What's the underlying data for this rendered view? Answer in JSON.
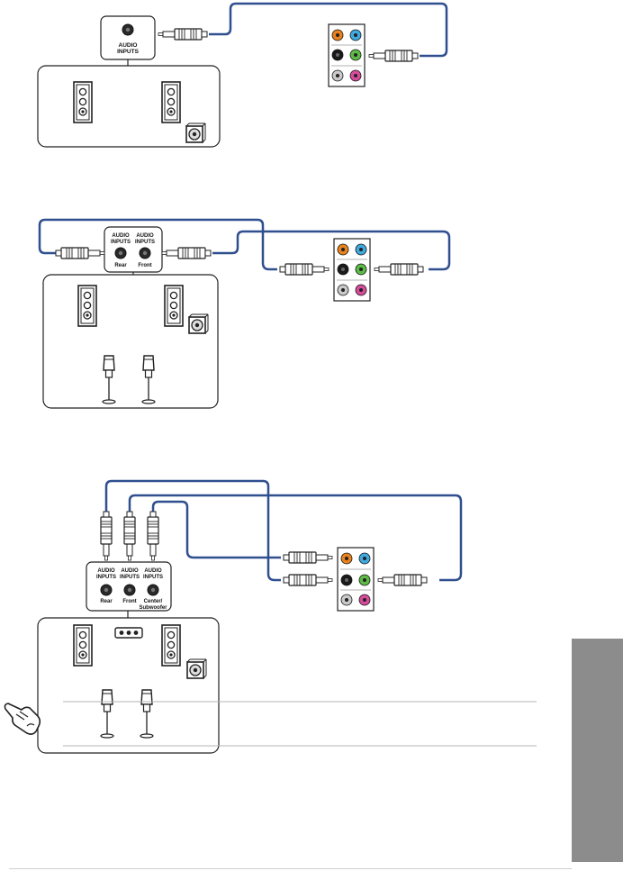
{
  "diagrams": [
    {
      "inputs": [
        {
          "line1": "AUDIO",
          "line2": "INPUTS",
          "caption": ""
        }
      ]
    },
    {
      "inputs": [
        {
          "line1": "AUDIO",
          "line2": "INPUTS",
          "caption": "Rear"
        },
        {
          "line1": "AUDIO",
          "line2": "INPUTS",
          "caption": "Front"
        }
      ]
    },
    {
      "inputs": [
        {
          "line1": "AUDIO",
          "line2": "INPUTS",
          "caption": "Rear",
          "caption2": ""
        },
        {
          "line1": "AUDIO",
          "line2": "INPUTS",
          "caption": "Front",
          "caption2": ""
        },
        {
          "line1": "AUDIO",
          "line2": "INPUTS",
          "caption": "Center/",
          "caption2": "Subwoofer"
        }
      ]
    }
  ],
  "colors": {
    "cable": "#2f4f8f",
    "jack_orange": "#e8821e",
    "jack_blue": "#3fa9e0",
    "jack_black": "#1a1a1a",
    "jack_green": "#5dbb46",
    "jack_gray": "#c9c9c9",
    "jack_pink": "#d64c9b",
    "side_tab": "#8c8c8c"
  },
  "note_icon": "pointing-hand-icon"
}
